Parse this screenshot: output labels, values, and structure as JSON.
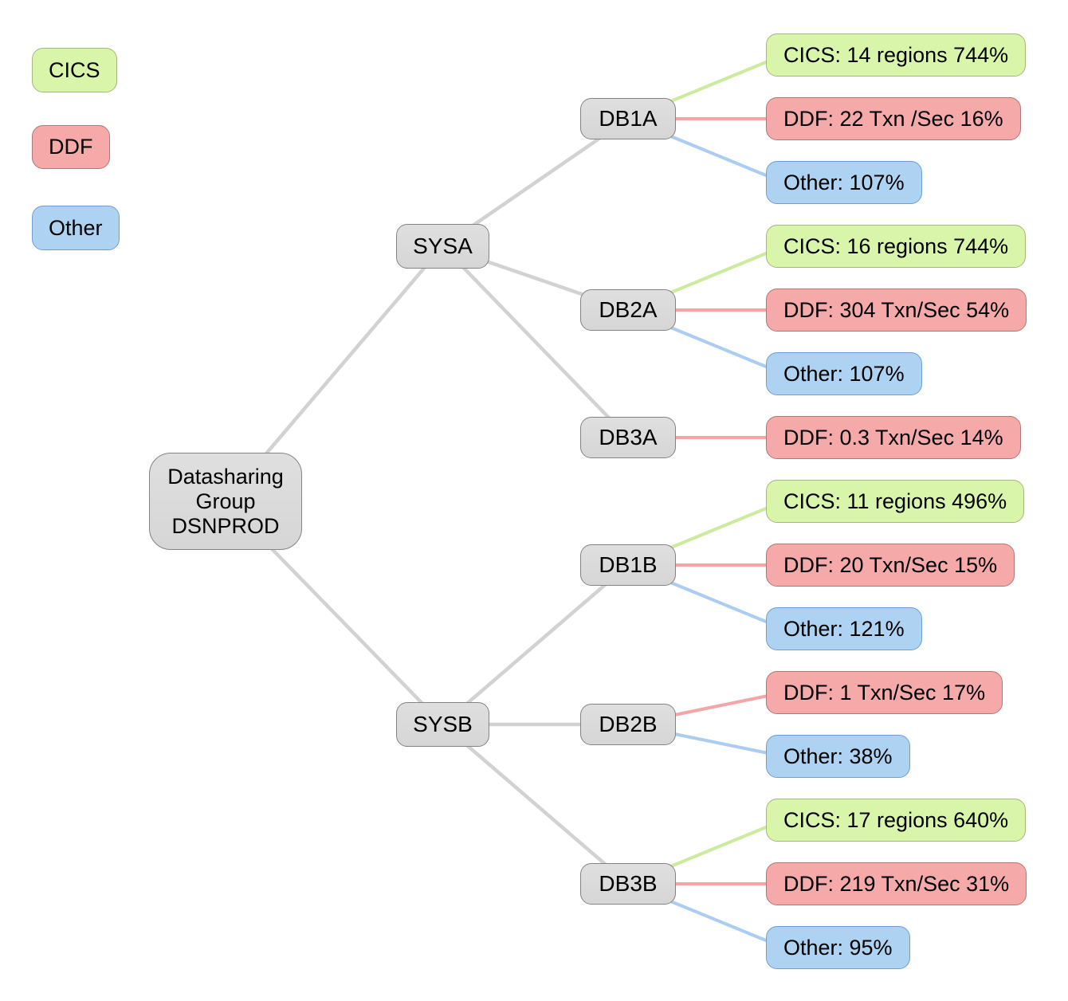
{
  "legend": {
    "items": [
      {
        "label": "CICS",
        "type": "cics"
      },
      {
        "label": "DDF",
        "type": "ddf"
      },
      {
        "label": "Other",
        "type": "other"
      }
    ]
  },
  "colors": {
    "cics_fill": "#d9f5a9",
    "cics_border": "#a3b87e",
    "cics_line": "#cdeb9e",
    "ddf_fill": "#f5a9a9",
    "ddf_border": "#b07878",
    "ddf_line": "#f4a6a6",
    "other_fill": "#aed2f2",
    "other_border": "#6f9fd0",
    "other_line": "#abcdf1",
    "node_fill": "#d6d6d6",
    "node_border": "#838383",
    "tree_line": "#d2d2d2"
  },
  "tree": {
    "label_lines": [
      "Datasharing",
      "Group",
      "DSNPROD"
    ],
    "children": [
      {
        "label": "SYSA",
        "children": [
          {
            "label": "DB1A",
            "leaves": [
              {
                "type": "cics",
                "label": "CICS: 14 regions 744%"
              },
              {
                "type": "ddf",
                "label": "DDF: 22 Txn /Sec 16%"
              },
              {
                "type": "other",
                "label": "Other: 107%"
              }
            ]
          },
          {
            "label": "DB2A",
            "leaves": [
              {
                "type": "cics",
                "label": "CICS: 16 regions 744%"
              },
              {
                "type": "ddf",
                "label": "DDF: 304 Txn/Sec 54%"
              },
              {
                "type": "other",
                "label": "Other: 107%"
              }
            ]
          },
          {
            "label": "DB3A",
            "leaves": [
              {
                "type": "ddf",
                "label": "DDF: 0.3 Txn/Sec 14%"
              }
            ]
          }
        ]
      },
      {
        "label": "SYSB",
        "children": [
          {
            "label": "DB1B",
            "leaves": [
              {
                "type": "cics",
                "label": "CICS: 11 regions 496%"
              },
              {
                "type": "ddf",
                "label": "DDF: 20 Txn/Sec 15%"
              },
              {
                "type": "other",
                "label": "Other: 121%"
              }
            ]
          },
          {
            "label": "DB2B",
            "leaves": [
              {
                "type": "ddf",
                "label": "DDF: 1 Txn/Sec 17%"
              },
              {
                "type": "other",
                "label": "Other: 38%"
              }
            ]
          },
          {
            "label": "DB3B",
            "leaves": [
              {
                "type": "cics",
                "label": "CICS: 17 regions 640%"
              },
              {
                "type": "ddf",
                "label": "DDF: 219 Txn/Sec 31%"
              },
              {
                "type": "other",
                "label": "Other: 95%"
              }
            ]
          }
        ]
      }
    ]
  }
}
